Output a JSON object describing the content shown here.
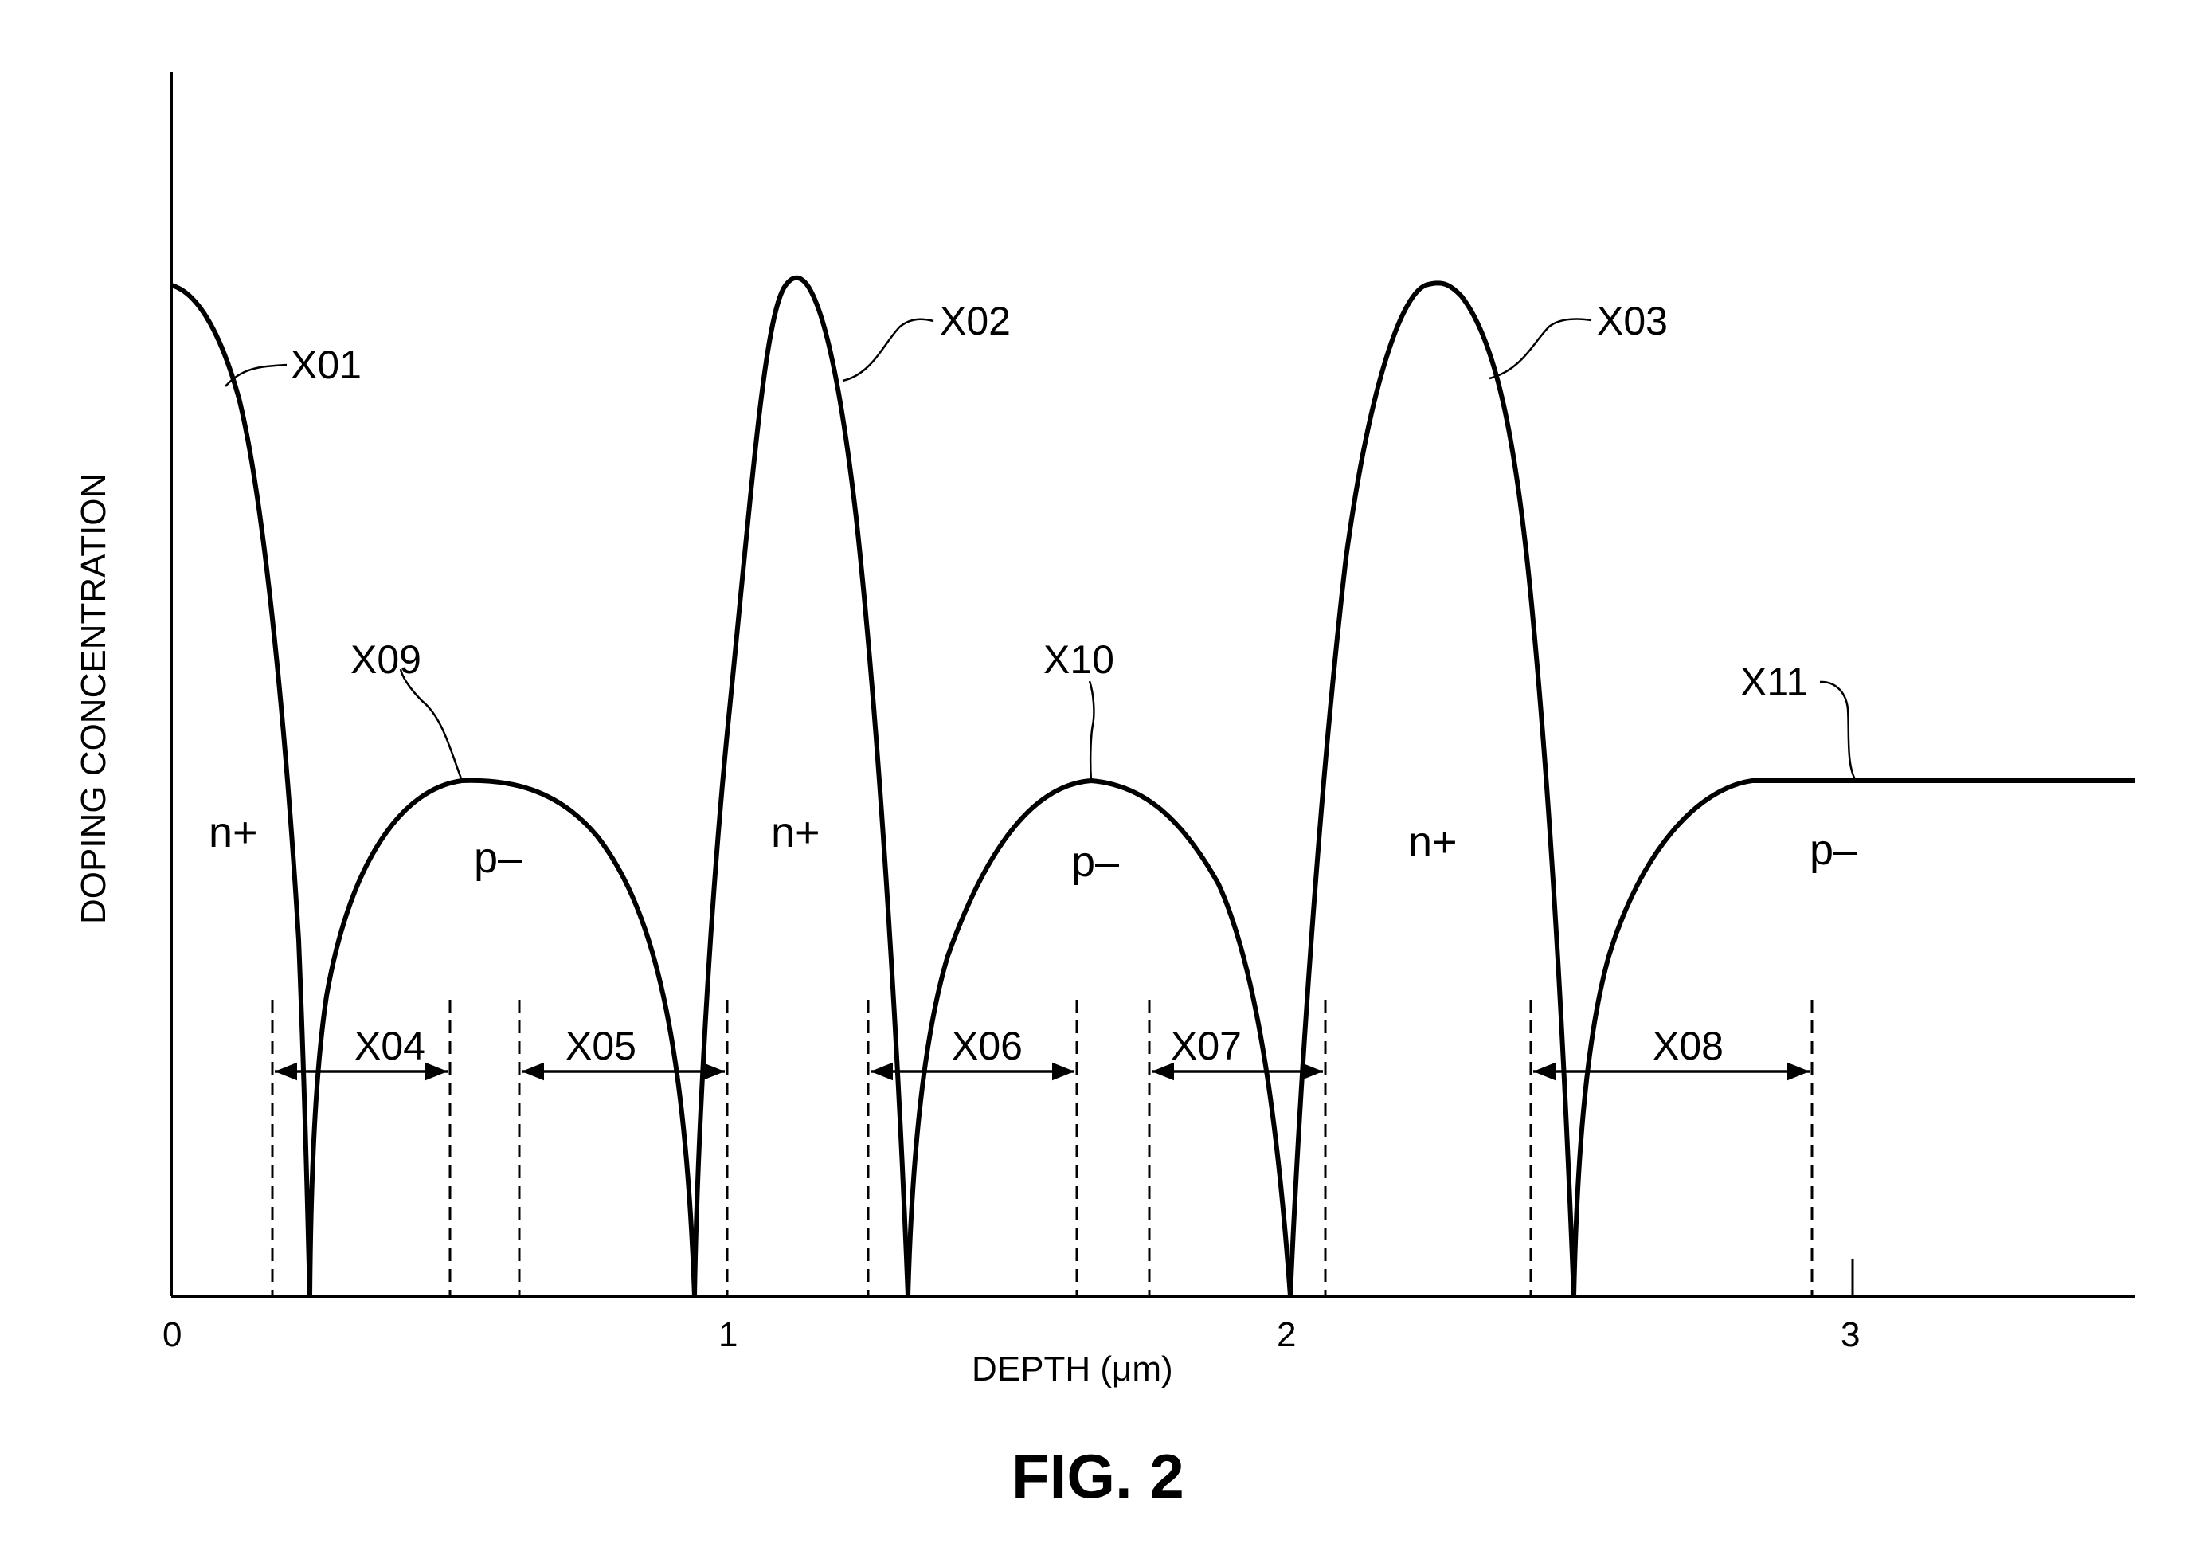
{
  "figure": {
    "caption": "FIG. 2",
    "xlabel": "DEPTH (μm)",
    "ylabel": "DOPING CONCENTRATION",
    "x_ticks": [
      "0",
      "1",
      "2",
      "3"
    ],
    "curve_labels": [
      "X01",
      "X02",
      "X03",
      "X09",
      "X10",
      "X11"
    ],
    "region_labels": [
      "n+",
      "p–",
      "n+",
      "p–",
      "n+",
      "p–"
    ],
    "span_labels": [
      "X04",
      "X05",
      "X06",
      "X07",
      "X08"
    ]
  },
  "colors": {
    "ink": "#000000",
    "background": "#ffffff"
  }
}
